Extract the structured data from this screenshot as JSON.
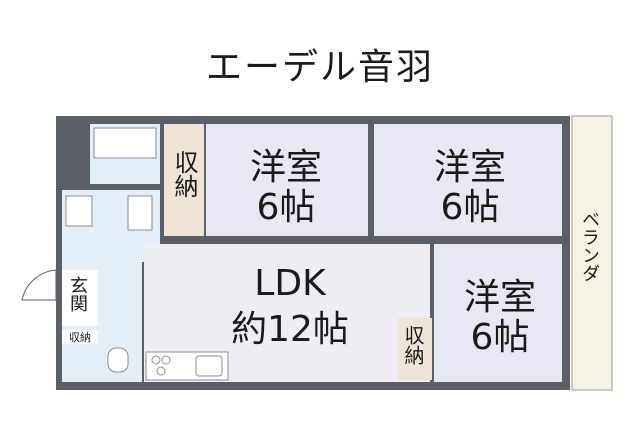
{
  "title": "エーデル音羽",
  "rooms": {
    "western1": {
      "name": "洋室",
      "size": "6帖"
    },
    "western2": {
      "name": "洋室",
      "size": "6帖"
    },
    "western3": {
      "name": "洋室",
      "size": "6帖"
    },
    "ldk": {
      "name": "LDK",
      "size": "約12帖"
    },
    "closet1": "収納",
    "closet2": "収納",
    "entrance": "玄関",
    "shoe_storage": "収納",
    "veranda": "ベランダ"
  },
  "colors": {
    "wall": "#5b5f66",
    "western_room_fill": "#e8e8f4",
    "ldk_fill": "#f0ecf4",
    "closet_fill": "#efe4d6",
    "veranda_fill": "#f6f2e4",
    "wet_area_fill": "#e3eef6"
  }
}
